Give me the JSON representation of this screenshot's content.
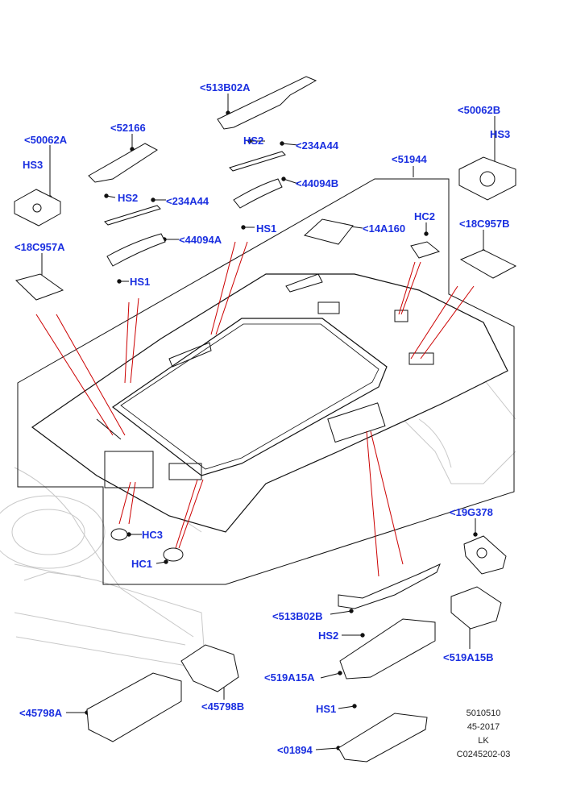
{
  "labels": {
    "l_513B02A": "<513B02A",
    "l_50062B": "<50062B",
    "l_HS3_right": "HS3",
    "l_52166": "<52166",
    "l_50062A": "<50062A",
    "l_HS2_top": "HS2",
    "l_234A44_top": "<234A44",
    "l_51944": "<51944",
    "l_HS3_left": "HS3",
    "l_44094B": "<44094B",
    "l_HS2_mid": "HS2",
    "l_234A44_mid": "<234A44",
    "l_HC2": "HC2",
    "l_HS1_top": "HS1",
    "l_14A160": "<14A160",
    "l_18C957B": "<18C957B",
    "l_44094A": "<44094A",
    "l_18C957A": "<18C957A",
    "l_HS1_left": "HS1",
    "l_19G378": "<19G378",
    "l_HC3": "HC3",
    "l_HC1": "HC1",
    "l_513B02B": "<513B02B",
    "l_HS2_bottom": "HS2",
    "l_519A15B": "<519A15B",
    "l_519A15A": "<519A15A",
    "l_45798B": "<45798B",
    "l_45798A": "<45798A",
    "l_HS1_bottom": "HS1",
    "l_01894": "<01894"
  },
  "reference": {
    "line1": "5010510",
    "line2": "45-2017",
    "line3": "LK",
    "line4": "C0245202-03"
  },
  "colors": {
    "label": "#1a2fe0",
    "leader": "#cc0000",
    "outline": "#111111",
    "faint": "#bfbfbf"
  }
}
